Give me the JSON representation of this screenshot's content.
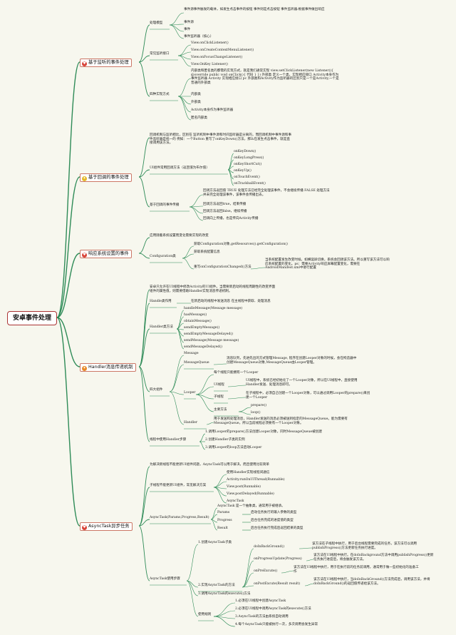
{
  "root": "安卓事件处理",
  "colors": {
    "line": "#2e8b57",
    "icon_red": "#d9453a",
    "icon_yellow": "#e5b92b",
    "icon_orange": "#e88a2a"
  },
  "topics": {
    "t1": {
      "label": "基于监听的事件处理",
      "icon": "heart-icon"
    },
    "t2": {
      "label": "基于回调的事件处理",
      "icon": "lightbulb-icon"
    },
    "t3": {
      "label": "响应系统设置的事件",
      "icon": "heart-icon"
    },
    "t4": {
      "label": "Handler消息传递机制",
      "icon": "lightbulb-icon"
    },
    "t5": {
      "label": "AsyncTask异步任务",
      "icon": "heart-icon"
    }
  },
  "listener": {
    "model": "处理模型",
    "model_desc": "事件源事件触发的载体，如发生点击事件的按钮 事件则是点击按钮 事件监听器:根据事件做出响应",
    "model_items": [
      "事件源",
      "事件",
      "事件监听器（核心）"
    ],
    "types": "常见监听接口",
    "types_items": [
      "View.onClickListener()",
      "View.onCreateContextMenuListener()",
      "View.onFocusChangeListener()",
      "View.OnKey Listener()"
    ],
    "impl": "四种实现方式",
    "impl_desc": "内部类和匿名类的都需的实现方式，就是我们通常实现 view.setClickListener(new Listener(){ @override public void onClick(){ 代码 } }) 外部类 定义一个类，实现相应接口 Activity本身作为事件监听器 Activity 实现相应接口 pc 外部类和Activity作为监听器的区别只是一个是Activity,一个是普通的外部类",
    "impl_items": [
      "内部类",
      "外部类",
      "Activity本身作为事件监听器",
      "匿名内部类"
    ]
  },
  "callback": {
    "desc": "回调机制与监听相比，区别在 监听机制中事件源和时间监听器是分离的，而回调机制中事件源和事件监听器是统一的 例如：一个Button 重写了onKeyDown()方法，那么在发生点击事件，就是直接调用该方法。",
    "ui": "UI组件常用回调方法（返回值为布尔值）",
    "ui_items": [
      "onKeyDown()",
      "onKeyLongPress()",
      "onKeyShortCut()",
      "onKeyUp()",
      "onTouchEvent()",
      "onTrackballEvent()"
    ],
    "prop": "基于回调的事件传播",
    "prop_desc": "回调方法返回值 TRUE 处理方法已经完全处理该事件，不会继续传播 FALSE 处理方法并未完全处理该事件，该事件会传播出去。",
    "prop_items": [
      "回调方法返回true，结束传播",
      "回调方法返回false，继续传播",
      "回调向上传播，也是传向Activity传播"
    ]
  },
  "config": {
    "desc": "应用随着系统设置而变化需要实现的改变",
    "name": "Configuration类",
    "items": [
      "获取Configuration对象,getResources().getConfiguration()",
      "获取系统配置信息",
      "重写onConfigurationChanged()方法"
    ],
    "override_desc": "当系统配置发生改变时候，如横竖屏切换，系统会回调该方法。所以重写该方法可以响应系统配置的变化。ps：需要Activity响应屏幕配置变化，需要在AndroidManifest.xml中进行配置"
  },
  "handler": {
    "desc": "安卓只允许在UI线程中修改Activity的UI组件。当需要新启动的线程周期性的改变界面组件的属性值，则需要借助Handler实现消息传递机制。",
    "role": "Handle类作用",
    "role_desc": "在新启动的线程中发送消息 在主线程中获取、处理消息",
    "methods": "Handler类方法",
    "method_items": [
      "handleMessage(Message message)",
      "hasMessage()",
      "obtainMessage()",
      "sendEmptyMessage()",
      "sendEmptyMessageDelayed()",
      "sendMessage(Message message)",
      "sendMessageDelayed()"
    ],
    "four": "四大组件",
    "message": "Message",
    "queue": "MessageQueue",
    "queue_desc": "消息队列，先进先出的方式管理Message, 程序在创建Looper对象的时候，会在构造器中创建MessageQueue对象,MessageQueue由Looper管理。",
    "looper": "Looper",
    "looper_desc": "每个线程只能拥有一个Looper",
    "ui_thread": "UI线程",
    "ui_thread_desc": "UI线程中，系统已经初始化了一个Looper对象，所以在UI线程中，直接使用Handler发送、处理消息即可。",
    "sub_thread": "子线程",
    "sub_thread_desc": "在子线程中，必须自己创建一个Looper对象，可以通过调用Looper的prepare()来创建一个Looper",
    "main_methods": "主要方法",
    "main_method_items": [
      "prepare()",
      "loop()"
    ],
    "handler_node": "Handler",
    "handler_desc": "用于发送和处理消息，Handler发送的消息必须被送到指定的MessageQueue。能为需要有MessageQueue，所以当前线程必须要有一个Looper对象。",
    "steps": "线程中使用Handler步骤",
    "step_items": [
      "1.调用Looper的prepare()方法创建Looper对象，同时MessageQueue被创建",
      "2.创建Handler子类的实例",
      "3.调用Looper的loop方法启动Looper"
    ]
  },
  "async": {
    "desc": "为解决新线程不能更新UI组件问题，AsyncTask可以用于解决，而且使用比较简单",
    "sub": "子线程不能更新UI组件，常见解决方案",
    "sub_items": [
      "使用Handler实现线程间通信",
      "Activity.runOnUIThread(Runnable)",
      "View.post(Runnable)",
      "View.postDelayed(Runnable)",
      "AsyncTask"
    ],
    "params": "AsyncTask(Params,Progress,Result)",
    "params_desc": "AsyncTask 是一个抽象类，通常用于被继承。",
    "params_items": [
      {
        "k": "Params",
        "v": "启动任务执行的输入参数的类型"
      },
      {
        "k": "Progress",
        "v": "后台任务完成的进度值的类型"
      },
      {
        "k": "Result",
        "v": "后台任务执行完成后返回结果的类型"
      }
    ],
    "steps": "AsyncTask使用步骤",
    "step1": "1.创建AsyncTask子类",
    "step2": "2.实现AsyncTask的方法",
    "methods": [
      {
        "k": "doInBackGround()",
        "v": "该方法在子线程中执行，用于后台线程需要完成的任务，该方法可以调用 publishProgress()方法更新任务执行进度。"
      },
      {
        "k": "onProgressUpdate(Progress)",
        "v": "该方法在UI线程中执行。在doInBackground方法中调用publishProgress()更新任务执行进度后，将会触发该方法。"
      },
      {
        "k": "onPreExcute()",
        "v": "该方法在UI线程中执行，用于在执行前的任务前调用，通常用于做一些初始化的准备工作"
      },
      {
        "k": "onPostExcute(Result result)",
        "v": "该方法在UI线程中执行，当doInBackGround()方法完成后，调用该方法，并将doInBackGround()的返回值传递给该方法。"
      }
    ],
    "step3": "3.调用AsyncTask的execute()方法",
    "rules": "使用规则",
    "rule_items": [
      "1.必须在UI线程中创建AsyncTask",
      "2.必须在UI线程中调用AsyncTask的execute()方法",
      "3.AsyncTask的方法由系统自动调用",
      "4.每个AsyncTask只能被执行一次，多次调用会发生异常"
    ]
  }
}
